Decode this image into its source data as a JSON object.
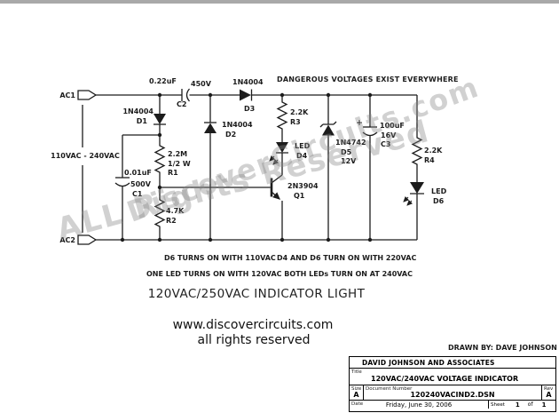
{
  "colors": {
    "wire": "#1c1c1c",
    "watermark_grey": "#878787",
    "topbar_grey": "#a9a9a9"
  },
  "watermark": {
    "line1": "DiscoverCircuits.com",
    "line2": "ALL Rights Reserved"
  },
  "schematic": {
    "warning": "DANGEROUS VOLTAGES EXIST EVERYWHERE",
    "ac1": "AC1",
    "ac2": "AC2",
    "voltage_range": "110VAC - 240VAC",
    "components": {
      "d1": {
        "part": "1N4004",
        "ref": "D1"
      },
      "d2": {
        "part": "1N4004",
        "ref": "D2"
      },
      "d3": {
        "part": "1N4004",
        "ref": "D3"
      },
      "d4": {
        "part": "LED",
        "ref": "D4"
      },
      "d5": {
        "part": "1N4742",
        "ref": "D5",
        "voltage": "12V"
      },
      "d6": {
        "part": "LED",
        "ref": "D6"
      },
      "r1": {
        "value": "2.2M",
        "power": "1/2 W",
        "ref": "R1"
      },
      "r2": {
        "value": "4.7K",
        "ref": "R2"
      },
      "r3": {
        "value": "2.2K",
        "ref": "R3"
      },
      "r4": {
        "value": "2.2K",
        "ref": "R4"
      },
      "c1": {
        "value": "0.01uF",
        "voltage": "500V",
        "ref": "C1"
      },
      "c2": {
        "value": "0.22uF",
        "voltage": "450V",
        "ref": "C2"
      },
      "c3": {
        "value": "100uF",
        "voltage": "16V",
        "ref": "C3"
      },
      "q1": {
        "part": "2N3904",
        "ref": "Q1"
      }
    },
    "notes": {
      "d6_on": "D6 TURNS ON WITH 110VAC",
      "d4_d6_on": "D4 AND D6 TURN ON WITH 220VAC",
      "summary": "ONE LED TURNS ON WITH 120VAC BOTH LEDs TURN ON AT 240VAC"
    },
    "title": "120VAC/250VAC INDICATOR LIGHT"
  },
  "footer": {
    "website": "www.discovercircuits.com",
    "rights": "all rights reserved",
    "drawn_by": "DRAWN BY: DAVE JOHNSON"
  },
  "title_block": {
    "company": "DAVID JOHNSON AND ASSOCIATES",
    "title_label": "Title",
    "title": "120VAC/240VAC VOLTAGE INDICATOR",
    "size_label": "Size",
    "size": "A",
    "doc_label": "Document Number",
    "doc_number": "120240VACIND2.DSN",
    "rev_label": "Rev",
    "rev": "A",
    "date_label": "Date",
    "date": "Friday, June 30, 2006",
    "sheet_label": "Sheet",
    "sheet": "1",
    "of_label": "of",
    "sheet_total": "1"
  }
}
